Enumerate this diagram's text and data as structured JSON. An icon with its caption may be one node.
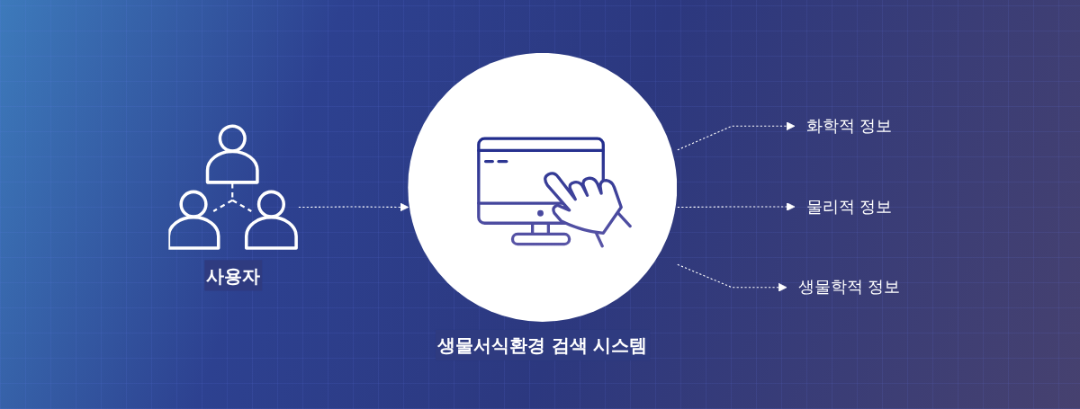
{
  "diagram": {
    "nodes": [
      {
        "text": [],
        "shape": "person",
        "beside": [
          "사용자"
        ]
      },
      {
        "text": [],
        "shape": "circle",
        "beside": [
          "생물서식환경 검색 시스템"
        ]
      },
      {
        "text": [
          "화학적 정보"
        ]
      },
      {
        "text": [
          "물리적 정보"
        ]
      },
      {
        "text": [
          "생물학적 정보"
        ]
      }
    ],
    "edges": [
      {
        "from": 0,
        "to": 1,
        "arrow": "to",
        "style": "dashed"
      },
      {
        "from": 1,
        "to": 2,
        "arrow": "to",
        "style": "dashed"
      },
      {
        "from": 1,
        "to": 3,
        "arrow": "to",
        "style": "dashed"
      },
      {
        "from": 1,
        "to": 4,
        "arrow": "to",
        "style": "dashed"
      }
    ]
  }
}
